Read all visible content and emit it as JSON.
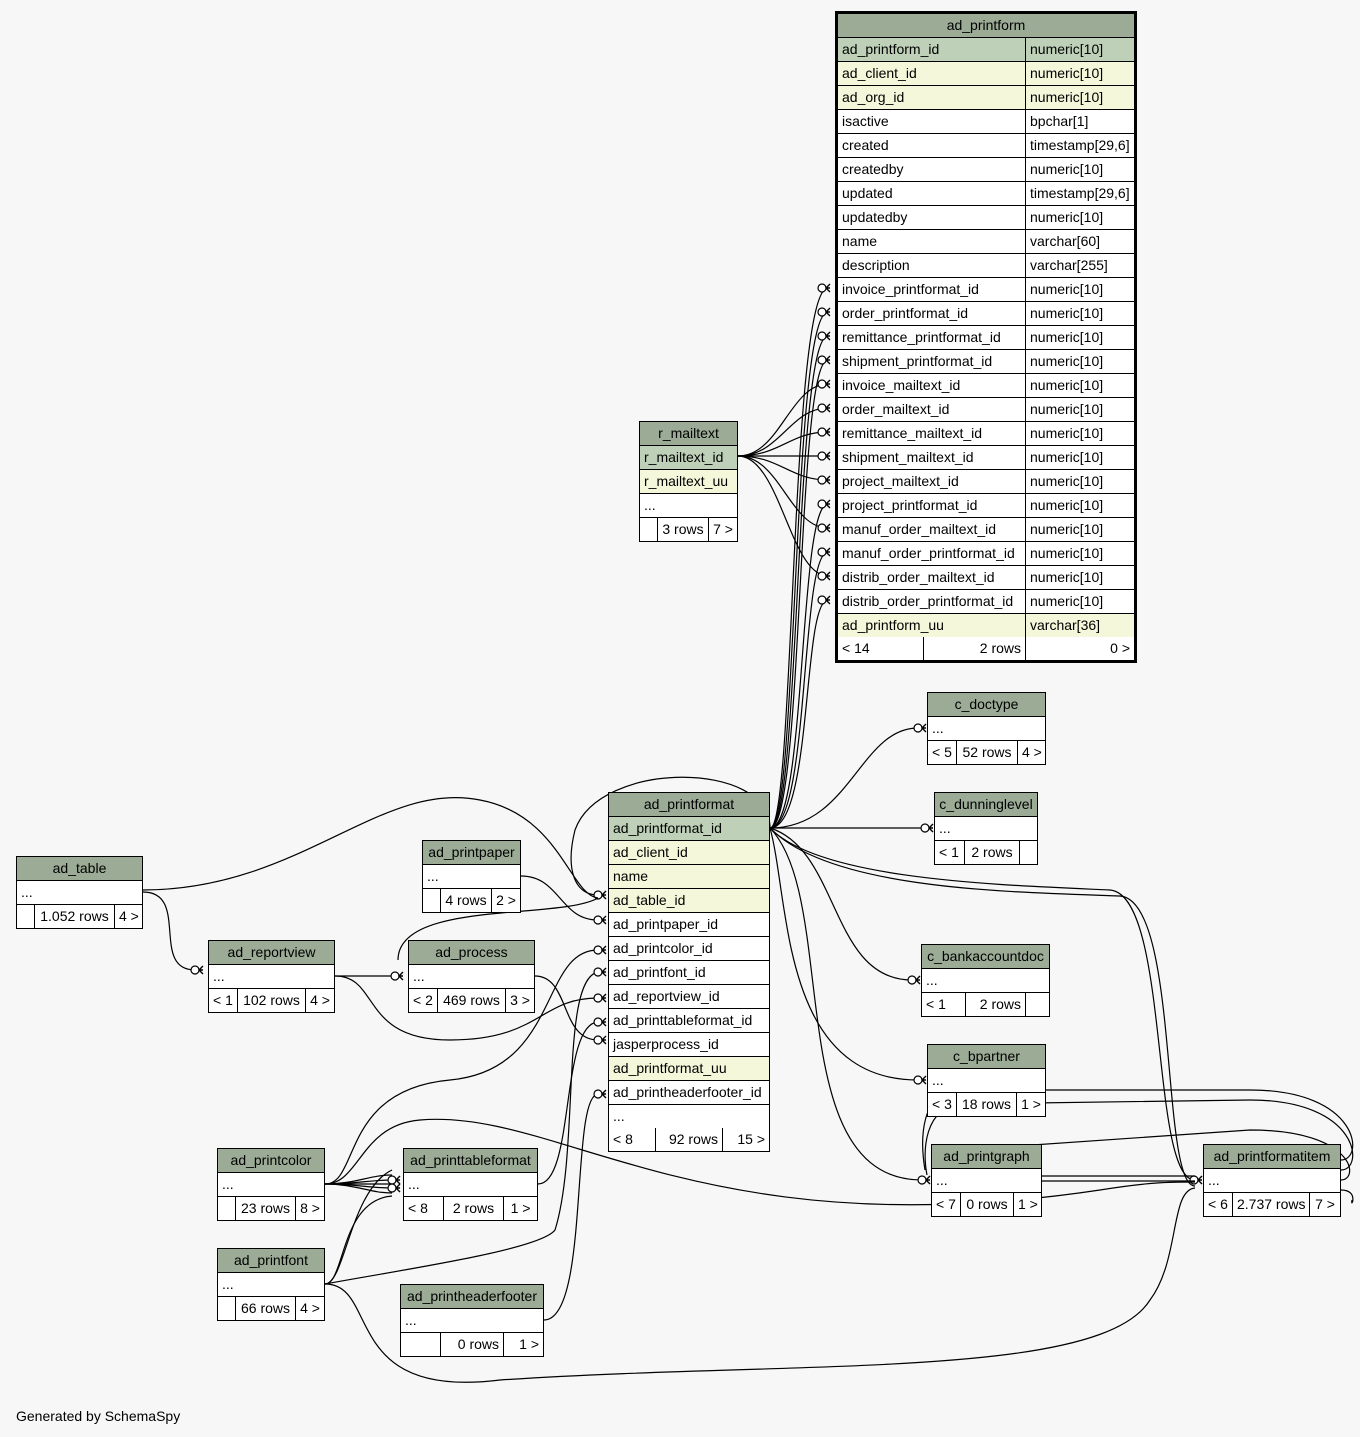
{
  "footer": "Generated by SchemaSpy",
  "ellipsis": "...",
  "tables": {
    "ad_printform": {
      "name": "ad_printform",
      "columns": [
        {
          "name": "ad_printform_id",
          "type": "numeric[10]"
        },
        {
          "name": "ad_client_id",
          "type": "numeric[10]"
        },
        {
          "name": "ad_org_id",
          "type": "numeric[10]"
        },
        {
          "name": "isactive",
          "type": "bpchar[1]"
        },
        {
          "name": "created",
          "type": "timestamp[29,6]"
        },
        {
          "name": "createdby",
          "type": "numeric[10]"
        },
        {
          "name": "updated",
          "type": "timestamp[29,6]"
        },
        {
          "name": "updatedby",
          "type": "numeric[10]"
        },
        {
          "name": "name",
          "type": "varchar[60]"
        },
        {
          "name": "description",
          "type": "varchar[255]"
        },
        {
          "name": "invoice_printformat_id",
          "type": "numeric[10]"
        },
        {
          "name": "order_printformat_id",
          "type": "numeric[10]"
        },
        {
          "name": "remittance_printformat_id",
          "type": "numeric[10]"
        },
        {
          "name": "shipment_printformat_id",
          "type": "numeric[10]"
        },
        {
          "name": "invoice_mailtext_id",
          "type": "numeric[10]"
        },
        {
          "name": "order_mailtext_id",
          "type": "numeric[10]"
        },
        {
          "name": "remittance_mailtext_id",
          "type": "numeric[10]"
        },
        {
          "name": "shipment_mailtext_id",
          "type": "numeric[10]"
        },
        {
          "name": "project_mailtext_id",
          "type": "numeric[10]"
        },
        {
          "name": "project_printformat_id",
          "type": "numeric[10]"
        },
        {
          "name": "manuf_order_mailtext_id",
          "type": "numeric[10]"
        },
        {
          "name": "manuf_order_printformat_id",
          "type": "numeric[10]"
        },
        {
          "name": "distrib_order_mailtext_id",
          "type": "numeric[10]"
        },
        {
          "name": "distrib_order_printformat_id",
          "type": "numeric[10]"
        },
        {
          "name": "ad_printform_uu",
          "type": "varchar[36]"
        }
      ],
      "stats": {
        "parents": "< 14",
        "rows": "2 rows",
        "children": "0 >"
      }
    },
    "r_mailtext": {
      "name": "r_mailtext",
      "columns": [
        "r_mailtext_id",
        "r_mailtext_uu",
        "..."
      ],
      "stats": {
        "parents": "",
        "rows": "3 rows",
        "children": "7 >"
      }
    },
    "c_doctype": {
      "name": "c_doctype",
      "stats": {
        "parents": "< 5",
        "rows": "52 rows",
        "children": "4 >"
      }
    },
    "c_dunninglevel": {
      "name": "c_dunninglevel",
      "stats": {
        "parents": "< 1",
        "rows": "2 rows",
        "children": ""
      }
    },
    "c_bankaccountdoc": {
      "name": "c_bankaccountdoc",
      "stats": {
        "parents": "< 1",
        "rows": "2 rows",
        "children": ""
      }
    },
    "c_bpartner": {
      "name": "c_bpartner",
      "stats": {
        "parents": "< 3",
        "rows": "18 rows",
        "children": "1 >"
      }
    },
    "ad_printgraph": {
      "name": "ad_printgraph",
      "stats": {
        "parents": "< 7",
        "rows": "0 rows",
        "children": "1 >"
      }
    },
    "ad_printformatitem": {
      "name": "ad_printformatitem",
      "stats": {
        "parents": "< 6",
        "rows": "2.737 rows",
        "children": "7 >"
      }
    },
    "ad_printformat": {
      "name": "ad_printformat",
      "columns": [
        "ad_printformat_id",
        "ad_client_id",
        "name",
        "ad_table_id",
        "ad_printpaper_id",
        "ad_printcolor_id",
        "ad_printfont_id",
        "ad_reportview_id",
        "ad_printtableformat_id",
        "jasperprocess_id",
        "ad_printformat_uu",
        "ad_printheaderfooter_id",
        "..."
      ],
      "stats": {
        "parents": "< 8",
        "rows": "92 rows",
        "children": "15 >"
      }
    },
    "ad_printpaper": {
      "name": "ad_printpaper",
      "stats": {
        "parents": "",
        "rows": "4 rows",
        "children": "2 >"
      }
    },
    "ad_table": {
      "name": "ad_table",
      "stats": {
        "parents": "",
        "rows": "1.052 rows",
        "children": "4 >"
      }
    },
    "ad_reportview": {
      "name": "ad_reportview",
      "stats": {
        "parents": "< 1",
        "rows": "102 rows",
        "children": "4 >"
      }
    },
    "ad_process": {
      "name": "ad_process",
      "stats": {
        "parents": "< 2",
        "rows": "469 rows",
        "children": "3 >"
      }
    },
    "ad_printcolor": {
      "name": "ad_printcolor",
      "stats": {
        "parents": "",
        "rows": "23 rows",
        "children": "8 >"
      }
    },
    "ad_printtableformat": {
      "name": "ad_printtableformat",
      "stats": {
        "parents": "< 8",
        "rows": "2 rows",
        "children": "1 >"
      }
    },
    "ad_printfont": {
      "name": "ad_printfont",
      "stats": {
        "parents": "",
        "rows": "66 rows",
        "children": "4 >"
      }
    },
    "ad_printheaderfooter": {
      "name": "ad_printheaderfooter",
      "stats": {
        "parents": "",
        "rows": "0 rows",
        "children": "1 >"
      }
    }
  }
}
